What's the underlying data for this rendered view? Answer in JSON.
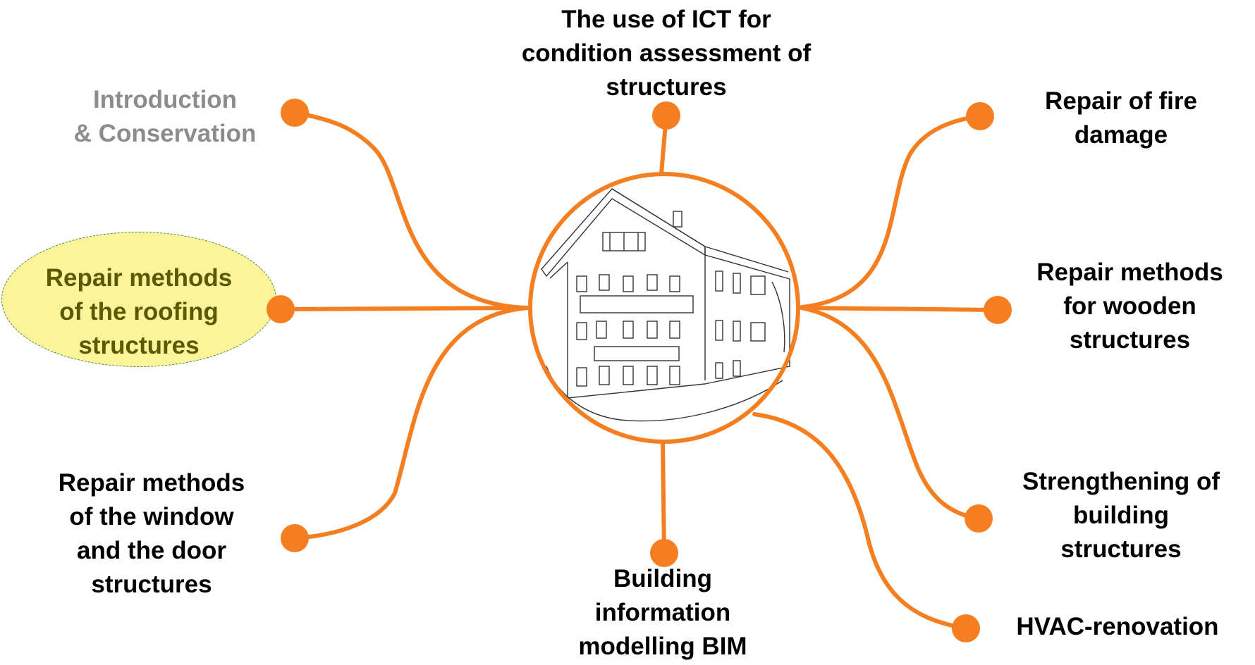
{
  "diagram": {
    "colors": {
      "connector": "#f57f20",
      "dot": "#f57f20",
      "text": "#000000",
      "muted_text": "#8c8c8c",
      "highlight_fill": "#fbf49a",
      "highlight_text": "#5a5a00",
      "highlight_border": "#3e8a3e"
    },
    "center_image": "house-line-drawing",
    "topics": {
      "ict": [
        "The use of ICT for",
        "condition assessment of",
        "structures"
      ],
      "intro": [
        "Introduction",
        "& Conservation"
      ],
      "fire": [
        "Repair of fire",
        "damage"
      ],
      "roofing": [
        "Repair methods",
        "of the roofing",
        "structures"
      ],
      "wooden": [
        "Repair methods",
        "for wooden",
        "structures"
      ],
      "window": [
        "Repair methods",
        "of the window",
        "and the door",
        "structures"
      ],
      "bim": [
        "Building",
        "information",
        "modelling BIM"
      ],
      "strengthening": [
        "Strengthening of",
        "building",
        "structures"
      ],
      "hvac": [
        "HVAC-renovation"
      ]
    },
    "selected_topic": "roofing",
    "muted_topic": "intro"
  }
}
